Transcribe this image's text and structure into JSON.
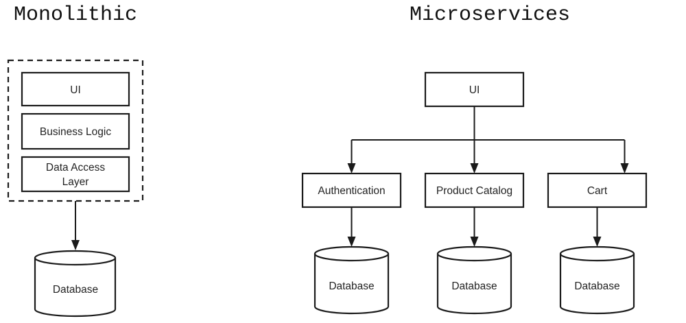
{
  "monolithic": {
    "title": "Monolithic",
    "layers": [
      {
        "label_lines": [
          "UI"
        ]
      },
      {
        "label_lines": [
          "Business Logic"
        ]
      },
      {
        "label_lines": [
          "Data Access",
          "Layer"
        ]
      }
    ],
    "database": {
      "label": "Database"
    }
  },
  "microservices": {
    "title": "Microservices",
    "gateway": {
      "label": "UI"
    },
    "services": [
      {
        "label": "Authentication",
        "database": "Database"
      },
      {
        "label": "Product Catalog",
        "database": "Database"
      },
      {
        "label": "Cart",
        "database": "Database"
      }
    ]
  },
  "colors": {
    "stroke": "#1a1a1a",
    "background": "#ffffff",
    "text": "#222222"
  }
}
